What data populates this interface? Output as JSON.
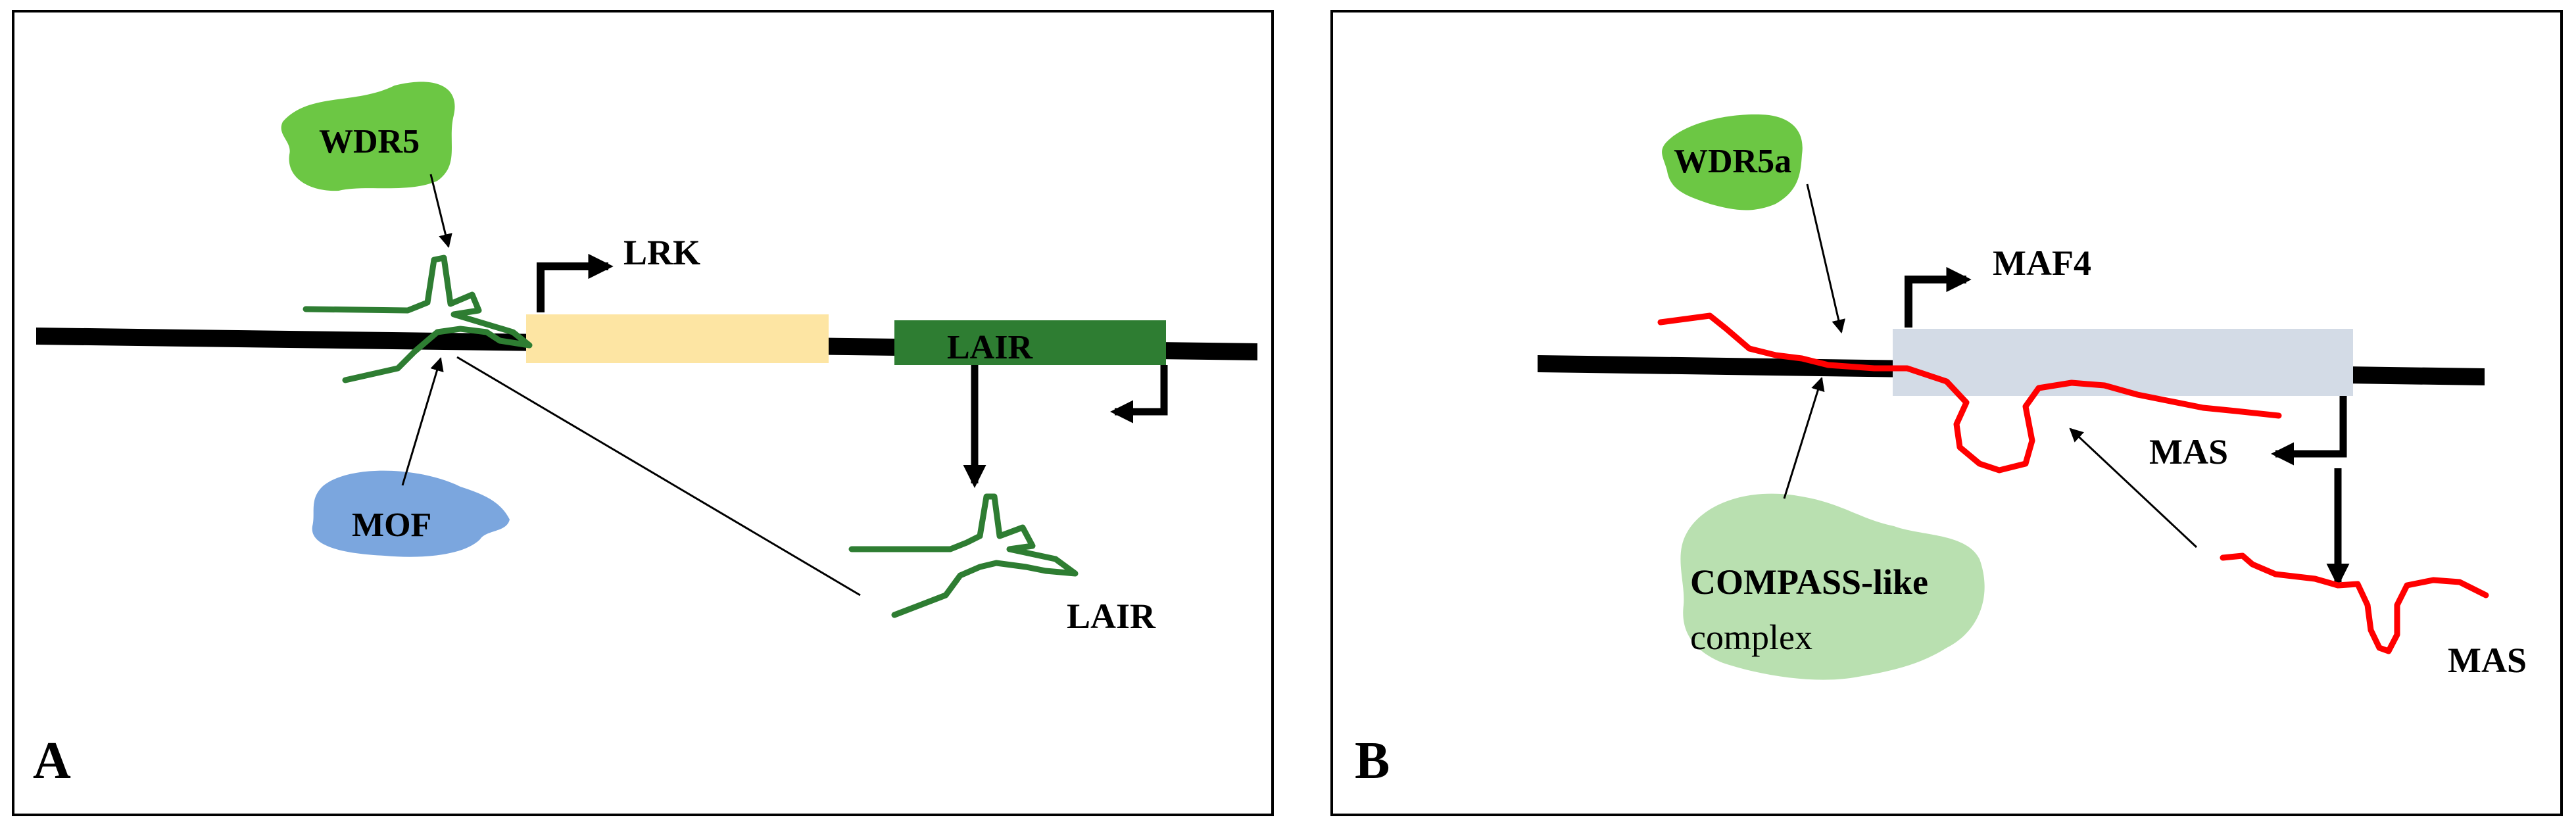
{
  "panel_a": {
    "panel_letter": "A",
    "wdr5_label": "WDR5",
    "lrk_label": "LRK",
    "lair_gene_label": "LAIR",
    "mof_label": "MOF",
    "lair_rna_label": "LAIR"
  },
  "panel_b": {
    "panel_letter": "B",
    "wdr5a_label": "WDR5a",
    "maf4_label": "MAF4",
    "mas_arrow_label": "MAS",
    "compass_label_line1": "COMPASS-like",
    "compass_label_line2": "complex",
    "mas_rna_label": "MAS"
  },
  "colors": {
    "frame": "#000000",
    "dna": "#000000",
    "lrk_gene": "#fde5a3",
    "lair_gene": "#2e7d32",
    "lair_rna": "#2e7d32",
    "wdr5_blob": "#6cc744",
    "mof_blob": "#7ba6de",
    "maf4_gene": "#d3dbe6",
    "mas_rna": "#ff0000",
    "compass_blob": "#b9e0b0"
  }
}
